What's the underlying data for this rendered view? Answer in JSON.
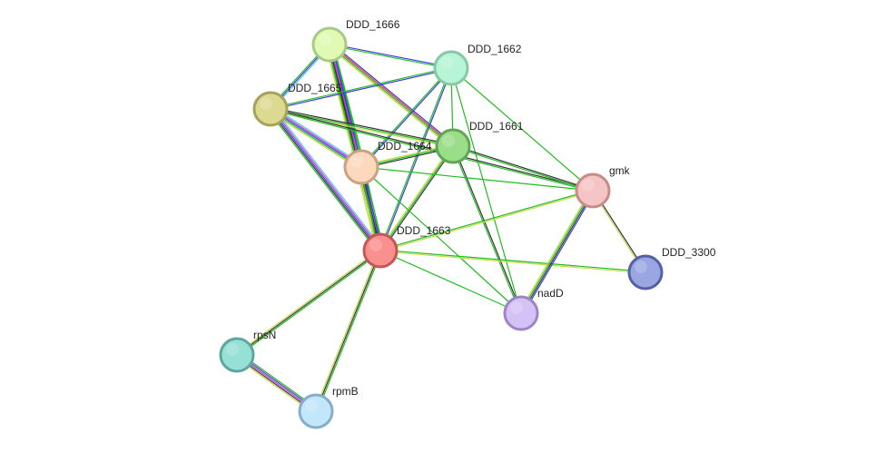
{
  "nodes": [
    {
      "id": "DDD_1666",
      "label": "DDD_1666",
      "fill": "#e0fab4",
      "stroke": "#a8c98a"
    },
    {
      "id": "DDD_1662",
      "label": "DDD_1662",
      "fill": "#b7f5d6",
      "stroke": "#86c9a5"
    },
    {
      "id": "DDD_1665",
      "label": "DDD_1665",
      "fill": "#dcd990",
      "stroke": "#a6a25a"
    },
    {
      "id": "DDD_1661",
      "label": "DDD_1661",
      "fill": "#9bde8a",
      "stroke": "#62a655"
    },
    {
      "id": "DDD_1664",
      "label": "DDD_1664",
      "fill": "#fcd9bc",
      "stroke": "#c8a283"
    },
    {
      "id": "gmk",
      "label": "gmk",
      "fill": "#f5c4c4",
      "stroke": "#c68b8b"
    },
    {
      "id": "DDD_1663",
      "label": "DDD_1663",
      "fill": "#fa8f8f",
      "stroke": "#c05858"
    },
    {
      "id": "DDD_3300",
      "label": "DDD_3300",
      "fill": "#9aa6e2",
      "stroke": "#5361a3"
    },
    {
      "id": "nadD",
      "label": "nadD",
      "fill": "#d4c2f7",
      "stroke": "#9a86c7"
    },
    {
      "id": "rpsN",
      "label": "rpsN",
      "fill": "#97e0d6",
      "stroke": "#5da89e"
    },
    {
      "id": "rpmB",
      "label": "rpmB",
      "fill": "#c2e6fa",
      "stroke": "#86aec8"
    }
  ],
  "edges": [
    {
      "from": "DDD_1666",
      "to": "DDD_1662",
      "colors": [
        "#3a3ae0",
        "#22bb22"
      ]
    },
    {
      "from": "DDD_1666",
      "to": "DDD_1665",
      "colors": [
        "#5ec8ec",
        "#3a3ae0",
        "#22bb22"
      ]
    },
    {
      "from": "DDD_1666",
      "to": "DDD_1661",
      "colors": [
        "#3a3ae0",
        "#e83030",
        "#22bb22",
        "#c8d84a"
      ]
    },
    {
      "from": "DDD_1666",
      "to": "DDD_1664",
      "colors": [
        "#22bb22",
        "#3a3ae0",
        "#c040c0",
        "#333333",
        "#22bb22",
        "#c8d84a"
      ]
    },
    {
      "from": "DDD_1666",
      "to": "DDD_1663",
      "colors": [
        "#22bb22",
        "#3a3ae0",
        "#c040c0",
        "#333333",
        "#22bb22",
        "#c8d84a"
      ]
    },
    {
      "from": "DDD_1662",
      "to": "DDD_1665",
      "colors": [
        "#3a3ae0",
        "#22bb22"
      ]
    },
    {
      "from": "DDD_1662",
      "to": "DDD_1661",
      "colors": [
        "#22bb22"
      ]
    },
    {
      "from": "DDD_1662",
      "to": "DDD_1664",
      "colors": [
        "#3a3ae0",
        "#22bb22"
      ]
    },
    {
      "from": "DDD_1662",
      "to": "DDD_1663",
      "colors": [
        "#3a3ae0",
        "#22bb22"
      ]
    },
    {
      "from": "DDD_1662",
      "to": "gmk",
      "colors": [
        "#22bb22"
      ]
    },
    {
      "from": "DDD_1662",
      "to": "nadD",
      "colors": [
        "#22bb22"
      ]
    },
    {
      "from": "DDD_1665",
      "to": "DDD_1661",
      "colors": [
        "#333333",
        "#22bb22",
        "#c8d84a"
      ]
    },
    {
      "from": "DDD_1665",
      "to": "DDD_1664",
      "colors": [
        "#5ec8ec",
        "#c040c0",
        "#3a3ae0",
        "#22bb22",
        "#c8d84a"
      ]
    },
    {
      "from": "DDD_1665",
      "to": "DDD_1663",
      "colors": [
        "#5ec8ec",
        "#c040c0",
        "#3a3ae0",
        "#333333",
        "#22bb22"
      ]
    },
    {
      "from": "DDD_1665",
      "to": "gmk",
      "colors": [
        "#333333",
        "#22bb22"
      ]
    },
    {
      "from": "DDD_1661",
      "to": "DDD_1664",
      "colors": [
        "#333333",
        "#22bb22",
        "#c8d84a"
      ]
    },
    {
      "from": "DDD_1661",
      "to": "DDD_1663",
      "colors": [
        "#333333",
        "#22bb22",
        "#c8d84a"
      ]
    },
    {
      "from": "DDD_1661",
      "to": "gmk",
      "colors": [
        "#333333",
        "#22bb22"
      ]
    },
    {
      "from": "DDD_1661",
      "to": "nadD",
      "colors": [
        "#333333",
        "#22bb22"
      ]
    },
    {
      "from": "DDD_1664",
      "to": "DDD_1663",
      "colors": [
        "#22bb22",
        "#3a3ae0",
        "#333333",
        "#22bb22",
        "#c8d84a"
      ]
    },
    {
      "from": "DDD_1664",
      "to": "gmk",
      "colors": [
        "#22bb22"
      ]
    },
    {
      "from": "DDD_1664",
      "to": "nadD",
      "colors": [
        "#22bb22"
      ]
    },
    {
      "from": "DDD_1663",
      "to": "gmk",
      "colors": [
        "#22bb22",
        "#c8d84a"
      ]
    },
    {
      "from": "DDD_1663",
      "to": "nadD",
      "colors": [
        "#22bb22"
      ]
    },
    {
      "from": "DDD_1663",
      "to": "DDD_3300",
      "colors": [
        "#22bb22",
        "#c8d84a"
      ]
    },
    {
      "from": "DDD_1663",
      "to": "rpsN",
      "colors": [
        "#22bb22",
        "#333333",
        "#c8d84a"
      ]
    },
    {
      "from": "DDD_1663",
      "to": "rpmB",
      "colors": [
        "#22bb22",
        "#333333",
        "#c8d84a"
      ]
    },
    {
      "from": "gmk",
      "to": "DDD_3300",
      "colors": [
        "#333333",
        "#c8d84a"
      ]
    },
    {
      "from": "gmk",
      "to": "nadD",
      "colors": [
        "#3a3ae0",
        "#333333",
        "#22bb22",
        "#c8d84a"
      ]
    },
    {
      "from": "rpsN",
      "to": "rpmB",
      "colors": [
        "#22bb22",
        "#3a3ae0",
        "#c040c0",
        "#333333",
        "#c8d84a"
      ]
    }
  ]
}
